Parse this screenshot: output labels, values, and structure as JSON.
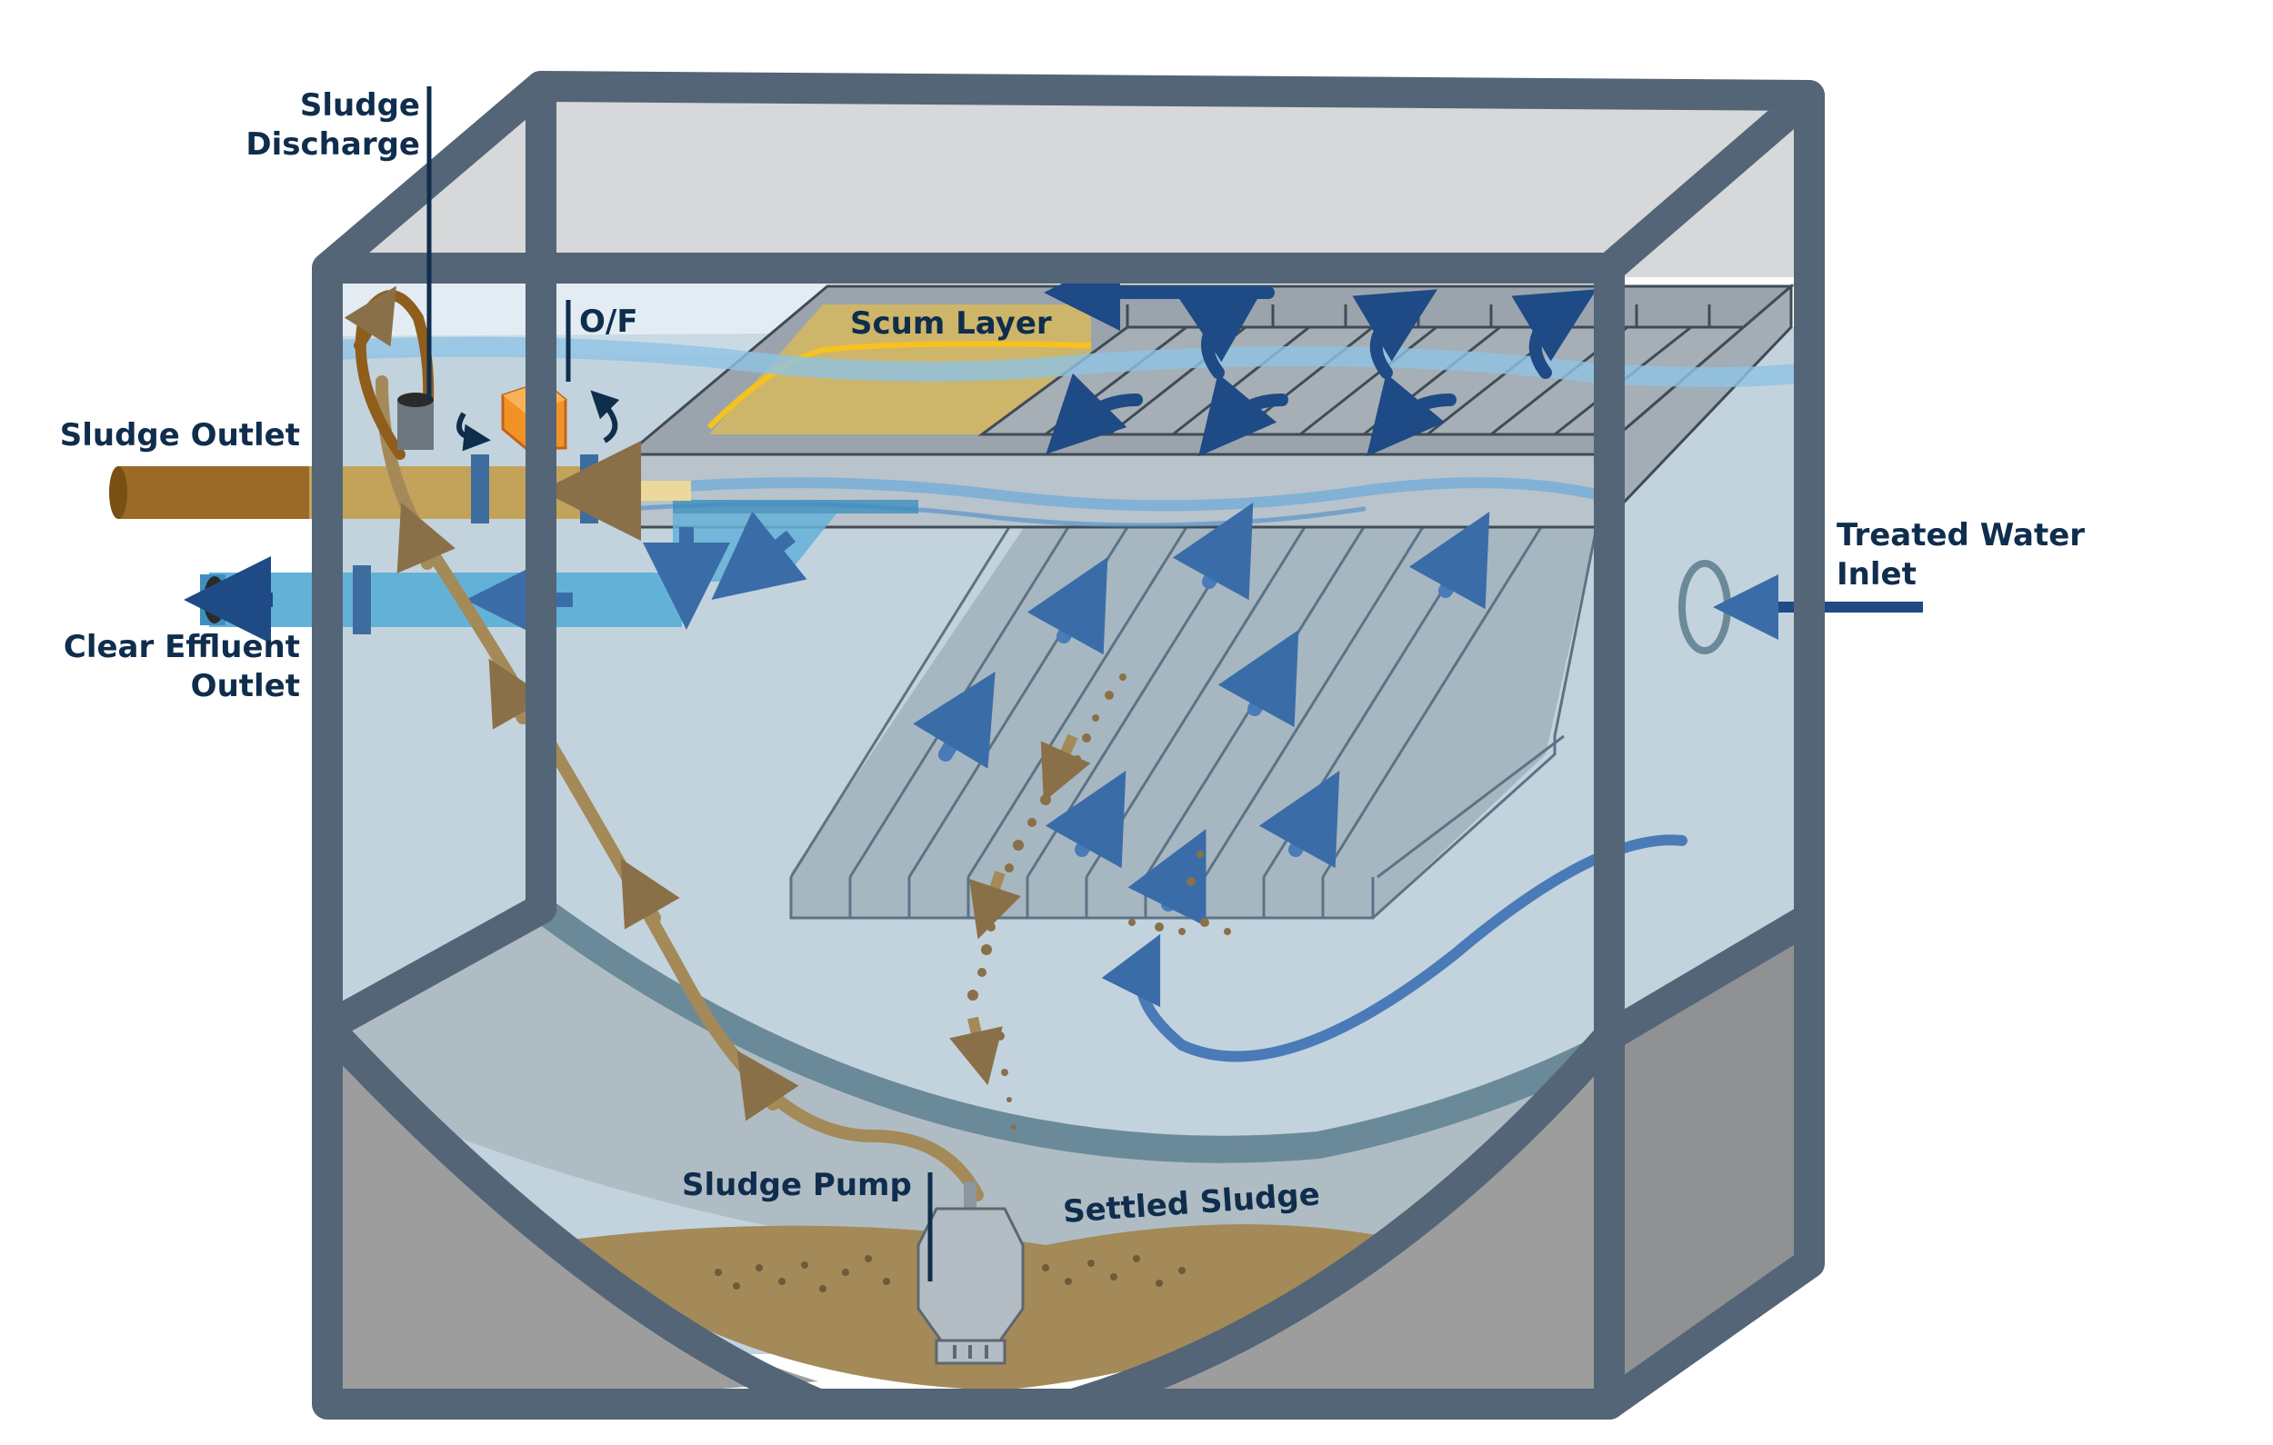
{
  "labels": {
    "sludge_discharge_line1": "Sludge",
    "sludge_discharge_line2": "Discharge",
    "of": "O/F",
    "scum_layer": "Scum Layer",
    "sludge_outlet": "Sludge Outlet",
    "clear_effluent_line1": "Clear Effluent",
    "clear_effluent_line2": "Outlet",
    "treated_water_line1": "Treated Water",
    "treated_water_line2": "Inlet",
    "sludge_pump": "Sludge Pump",
    "settled_sludge": "Settled Sludge"
  },
  "colors": {
    "frame": "#536577",
    "water": "#c3d3dd",
    "water_surface": "#8fc3e4",
    "pipe_blue": "#64b1d8",
    "pipe_brown": "#8f5d1c",
    "sludge": "#a48a58",
    "flow_arrow": "#1e4a86",
    "overflow_box": "#f39224",
    "plates": "#a1b1bd",
    "scum": "#cdb66a"
  },
  "icons": {
    "flow_arrows": "curved-arrow-icon",
    "pump": "pump-icon",
    "overflow": "overflow-box-icon"
  }
}
